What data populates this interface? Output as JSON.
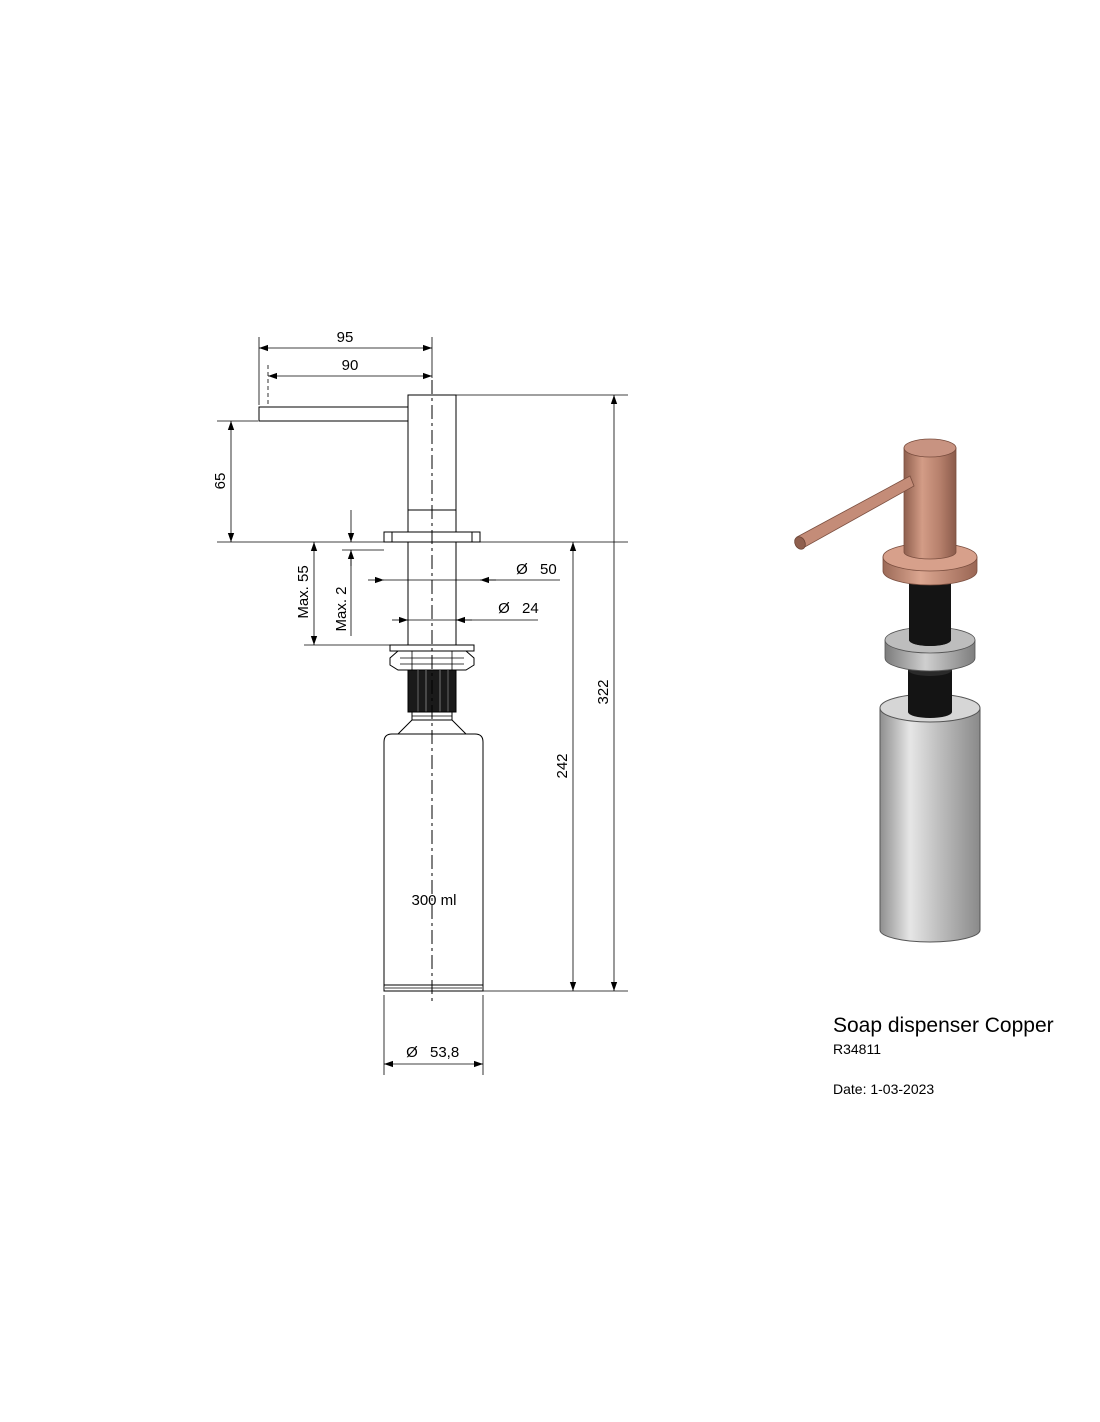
{
  "product": {
    "title": "Soap dispenser Copper",
    "code": "R34811",
    "date": "Date: 1-03-2023"
  },
  "dimensions": {
    "spout_reach_total": "95",
    "spout_reach": "90",
    "spout_height": "65",
    "max_deck_thickness": "Max. 55",
    "max_gap": "Max. 2",
    "flange_diameter": "50",
    "hole_diameter": "24",
    "below_deck_height": "242",
    "total_height": "322",
    "bottle_capacity": "300 ml",
    "bottle_diameter": "53,8"
  },
  "symbols": {
    "diameter": "Ø"
  },
  "colors": {
    "copper": "#c08a77",
    "copper_dark": "#9c6a58",
    "steel": "#9a9a9a",
    "black": "#111111"
  }
}
